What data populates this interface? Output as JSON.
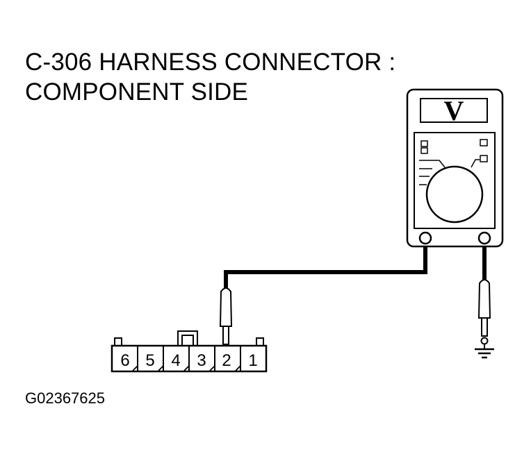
{
  "title": {
    "line1": "C-306 HARNESS CONNECTOR :",
    "line2": "COMPONENT SIDE"
  },
  "figure_id": "G02367625",
  "meter": {
    "display_unit": "V"
  },
  "connector": {
    "pins": [
      "6",
      "5",
      "4",
      "3",
      "2",
      "1"
    ]
  }
}
